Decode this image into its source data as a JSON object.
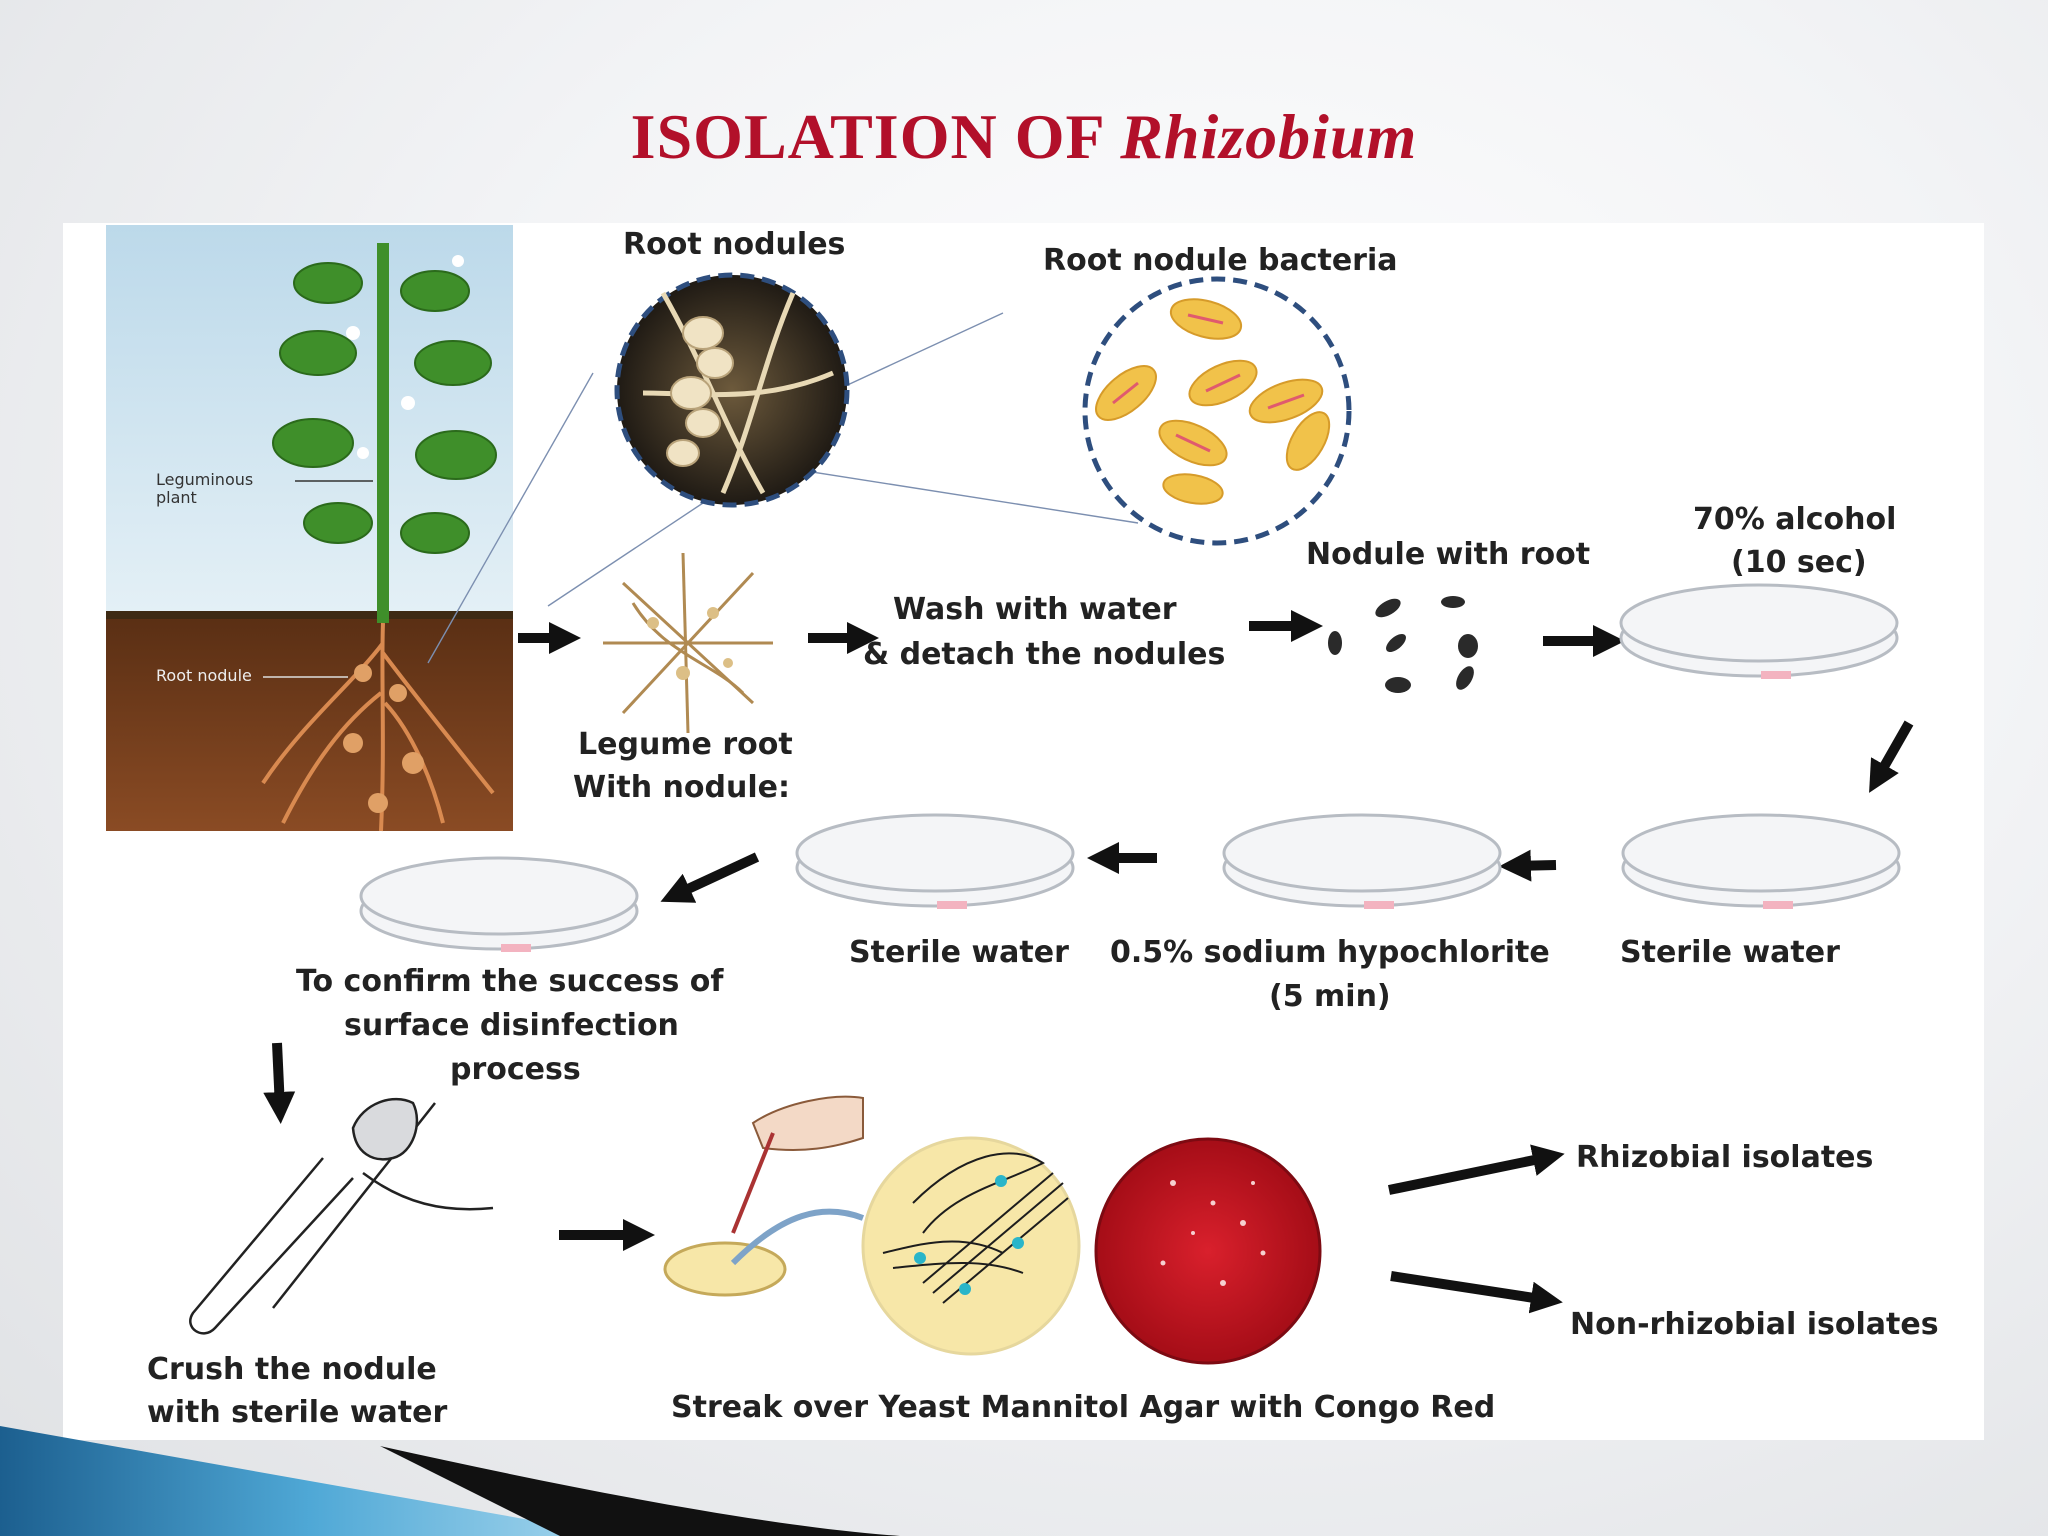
{
  "slide": {
    "title_prefix": "ISOLATION OF ",
    "title_italic": "Rhizobium",
    "title_color": "#b2102a"
  },
  "labels": {
    "root_nodules": "Root nodules",
    "root_nodule_bacteria": "Root nodule bacteria",
    "leguminous_plant": "Leguminous plant",
    "root_nodule_small": "Root nodule",
    "legume_root": "Legume root",
    "with_nodules": "With nodule:",
    "wash_1": "Wash with water",
    "wash_2": "& detach the nodules",
    "nodule_with_root": "Nodule with root",
    "alcohol_1": "70% alcohol",
    "alcohol_2": "(10 sec)",
    "sterile_water_right": "Sterile water",
    "hypochlorite_1": "0.5% sodium hypochlorite",
    "hypochlorite_2": "(5 min)",
    "sterile_water_mid": "Sterile water",
    "confirm_1": "To confirm the success of",
    "confirm_2": "surface disinfection",
    "confirm_3": "process",
    "crush_1": "Crush the nodule",
    "crush_2": "with sterile water",
    "streak": "Streak over  Yeast Mannitol Agar with Congo Red",
    "rhizobial": "Rhizobial isolates",
    "non_rhizobial": "Non-rhizobial  isolates"
  },
  "colors": {
    "soil": "#6b3a1c",
    "sky": "#cfe3ef",
    "leaf": "#3f8f2a",
    "bacteria": "#f1c24a",
    "congo_red": "#c8121e",
    "yma_plate": "#f7e7a8",
    "accent_blue": "#1c5f8f"
  },
  "icons": [
    "arrow-right-icon",
    "petri-dish-icon",
    "test-tube-icon",
    "hand-icon",
    "plant-icon",
    "bacteria-icon"
  ]
}
